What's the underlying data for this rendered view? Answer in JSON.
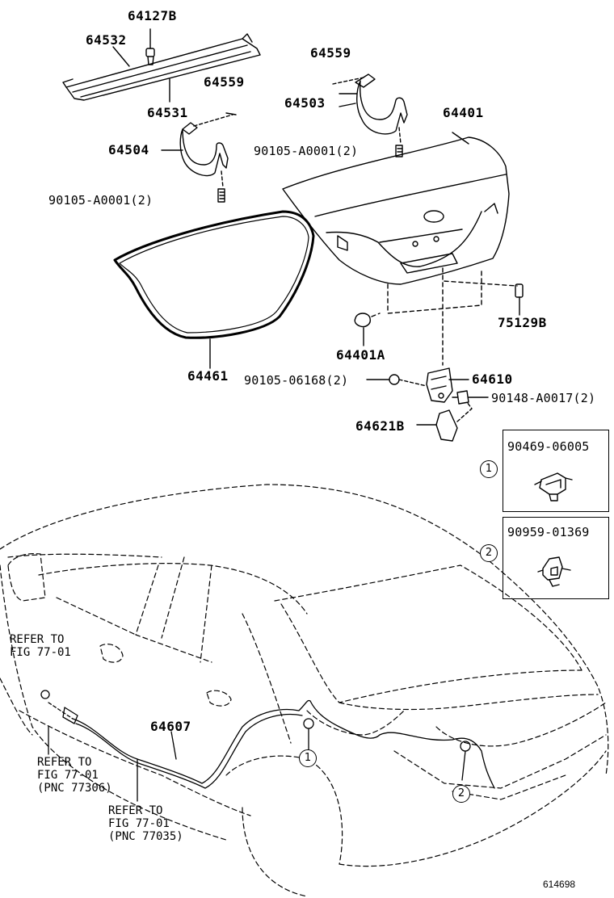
{
  "parts": {
    "p64127B": "64127B",
    "p64532": "64532",
    "p64531": "64531",
    "p64559a": "64559",
    "p64504": "64504",
    "p90105_a0001_left": "90105-A0001(2)",
    "p64559b": "64559",
    "p64503": "64503",
    "p90105_a0001_right": "90105-A0001(2)",
    "p64401": "64401",
    "p75129B": "75129B",
    "p64401A": "64401A",
    "p64461": "64461",
    "p90105_06168": "90105-06168(2)",
    "p64610": "64610",
    "p90148_a0017": "90148-A0017(2)",
    "p64621B": "64621B",
    "p64607": "64607"
  },
  "clip_boxes": [
    {
      "callout": "1",
      "part": "90469-06005"
    },
    {
      "callout": "2",
      "part": "90959-01369"
    }
  ],
  "callouts_on_car": [
    "1",
    "2"
  ],
  "references": {
    "ref1": [
      "REFER TO",
      "FIG 77-01"
    ],
    "ref2": [
      "REFER TO",
      "FIG 77-01",
      "(PNC 77306)"
    ],
    "ref3": [
      "REFER TO",
      "FIG 77-01",
      "(PNC 77035)"
    ]
  },
  "image_id": "614698"
}
